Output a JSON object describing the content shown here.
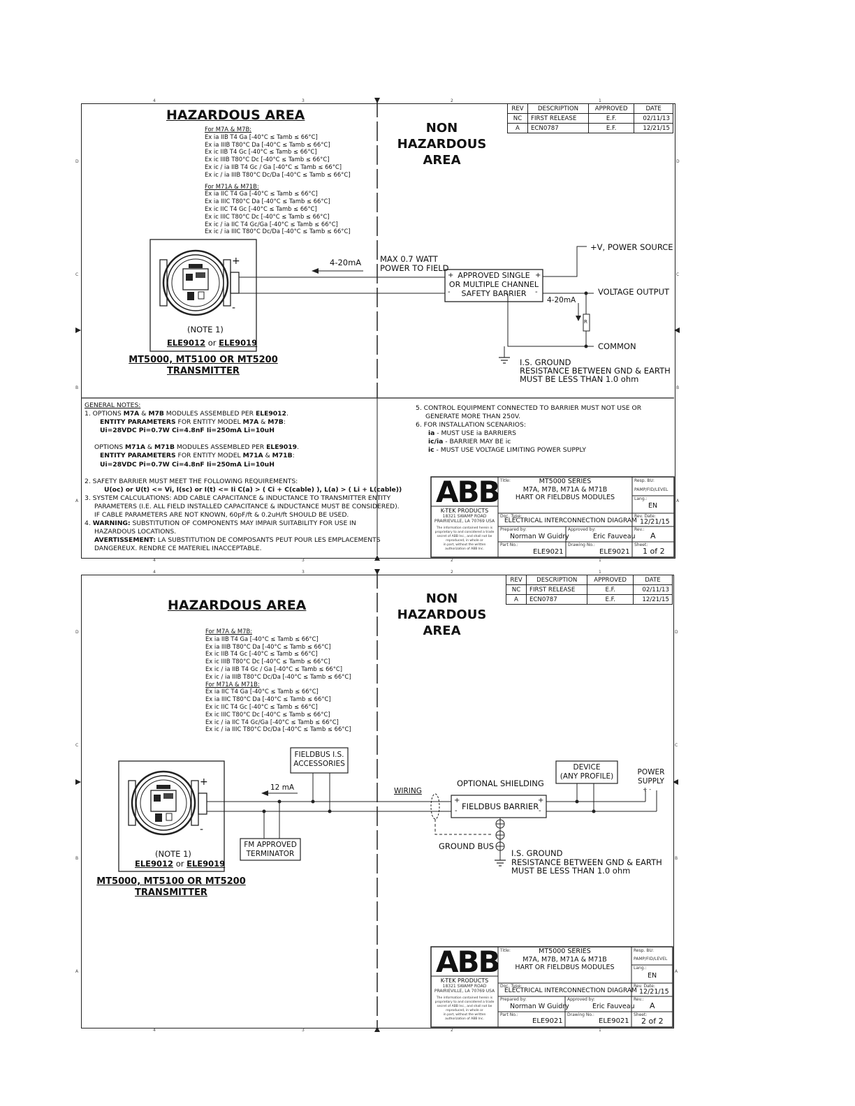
{
  "common": {
    "hazardous_area": "HAZARDOUS AREA",
    "non_hazardous_area": [
      "NON",
      "HAZARDOUS",
      "AREA"
    ],
    "for_m7": "For M7A & M7B:",
    "m7_list": [
      "Ex ia IIB T4 Ga [-40°C ≤ Tamb ≤ 66°C]",
      "Ex ia IIIB T80°C Da [-40°C ≤ Tamb ≤ 66°C]",
      "Ex ic IIB T4 Gc [-40°C ≤ Tamb ≤ 66°C]",
      "Ex ic IIIB T80°C Dc [-40°C ≤ Tamb ≤ 66°C]",
      "Ex ic / ia IIB T4 Gc / Ga [-40°C ≤ Tamb ≤ 66°C]",
      "Ex ic / ia IIIB T80°C Dc/Da [-40°C ≤ Tamb ≤ 66°C]"
    ],
    "for_m71": "For M71A & M71B:",
    "m71_list": [
      "Ex ia IIC T4 Ga [-40°C ≤ Tamb ≤ 66°C]",
      "Ex ia IIIC T80°C Da [-40°C ≤ Tamb ≤ 66°C]",
      "Ex ic IIC T4 Gc [-40°C ≤ Tamb ≤ 66°C]",
      "Ex ic IIIC T80°C Dc [-40°C ≤ Tamb ≤ 66°C]",
      "Ex ic / ia IIC T4 Gc/Ga [-40°C ≤ Tamb ≤ 66°C]",
      "Ex ic / ia IIIC T80°C Dc/Da [-40°C ≤ Tamb ≤ 66°C]"
    ],
    "note1": "(NOTE 1)",
    "ele_a": "ELE9012",
    "ele_or": "or",
    "ele_b": "ELE9019",
    "transmitter_line1": "MT5000, MT5100 OR MT5200",
    "transmitter_line2": "TRANSMITTER",
    "is_ground": [
      "I.S. GROUND",
      "RESISTANCE BETWEEN GND & EARTH",
      "MUST BE LESS THAN 1.0 ohm"
    ],
    "plus": "+",
    "minus": "-",
    "revision": {
      "headers": [
        "REV",
        "DESCRIPTION",
        "APPROVED",
        "DATE"
      ],
      "rows": [
        [
          "NC",
          "FIRST RELEASE",
          "E.F.",
          "02/11/13"
        ],
        [
          "A",
          "ECN0787",
          "E.F.",
          "12/21/15"
        ]
      ]
    },
    "title_block": {
      "logo": "ABB",
      "company": "K-TEK PRODUCTS",
      "addr1": "18321 SWAMP ROAD",
      "addr2": "PRAIRIEVILLE, LA 70769 USA",
      "confidential": [
        "The information contained herein is",
        "proprietary to and considered a trade",
        "secret of ABB Inc., and shall not be",
        "reproduced, in whole or",
        "in part, without the written",
        "authorization of ABB Inc."
      ],
      "title_label": "Title:",
      "title_lines": [
        "MT5000 SERIES",
        "M7A, M7B, M71A & M71B",
        "HART OR FIELDBUS MODULES"
      ],
      "resp_label": "Resp. BU:",
      "resp_value": "PAMP/FID/LEVEL",
      "lang_label": "Lang.:",
      "lang_value": "EN",
      "doctype_label": "Doc. Type:",
      "doctype_value": "ELECTRICAL INTERCONNECTION DIAGRAM",
      "revdate_label": "Rev. Date:",
      "revdate_value": "12/21/15",
      "prepared_label": "Prepared by:",
      "prepared_value": "Norman W Guidry",
      "approved_label": "Approved by:",
      "approved_value": "Eric Fauveau",
      "rev_label": "Rev.:",
      "rev_value": "A",
      "partno_label": "Part No.:",
      "partno_value": "ELE9021",
      "drawing_label": "Drawing No.:",
      "drawing_value": "ELE9021",
      "sheet_label": "Sheet:"
    }
  },
  "sheet1": {
    "current": "4-20mA",
    "max_power": [
      "MAX 0.7  WATT",
      "POWER TO FIELD"
    ],
    "barrier": [
      "APPROVED SINGLE",
      "OR MULTIPLE CHANNEL",
      "SAFETY BARRIER"
    ],
    "power_source": "+V, POWER SOURCE",
    "voltage_output": "VOLTAGE OUTPUT",
    "current2": "4-20mA",
    "resistor": "R",
    "common": "COMMON",
    "sheet_value": "1 of 2",
    "notes_left": {
      "header": "GENERAL NOTES:",
      "n1a_pre": "1.  OPTIONS ",
      "n1a_m7a": "M7A",
      "n1a_amp": " & ",
      "n1a_m7b": "M7B",
      "n1a_mid": " MODULES ASSEMBLED PER ",
      "n1a_ele": "ELE9012",
      "n1a_end": ".",
      "n1b_lab": "ENTITY PARAMETERS",
      "n1b_mid": " FOR ENTITY MODEL ",
      "n1b_m7a": "M7A",
      "n1b_amp": " & ",
      "n1b_m7b": "M7B",
      "n1b_end": ":",
      "n1c": "Ui=28VDC   Pi=0.7W   Ci=4.8nF   Ii=250mA   Li=10uH",
      "n1d_pre": "OPTIONS ",
      "n1d_m71a": "M71A",
      "n1d_amp": " & ",
      "n1d_m71b": "M71B",
      "n1d_mid": " MODULES ASSEMBLED PER ",
      "n1d_ele": "ELE9019",
      "n1d_end": ".",
      "n1e_lab": "ENTITY PARAMETERS",
      "n1e_mid": " FOR ENTITY MODEL ",
      "n1e_m71a": "M71A",
      "n1e_amp": " & ",
      "n1e_m71b": "M71B",
      "n1e_end": ":",
      "n1f": "Ui=28VDC   Pi=0.7W   Ci=4.8nF   Ii=250mA   Li=10uH",
      "n2": "2.  SAFETY BARRIER MUST MEET THE FOLLOWING REQUIREMENTS:",
      "n2b": "U(oc) or U(t) <= Vi,   I(sc) or I(t) <= Ii    C(a) > ( Ci + C(cable) ),    L(a) > ( Li + L(cable))",
      "n3a": "3.  SYSTEM CALCULATIONS: ADD CABLE CAPACITANCE & INDUCTANCE TO TRANSMITTER ENTITY",
      "n3b": "PARAMETERS (I.E. ALL FIELD INSTALLED CAPACITANCE & INDUCTANCE MUST BE CONSIDERED).",
      "n3c": "IF CABLE PARAMETERS ARE NOT KNOWN, 60pF/ft & 0.2uH/ft SHOULD BE USED.",
      "n4_pre": "4.  ",
      "n4_warn": "WARNING:",
      "n4a": " SUBSTITUTION OF COMPONENTS MAY IMPAIR SUITABILITY FOR USE IN",
      "n4b": "HAZARDOUS LOCATIONS.",
      "n4_av": "AVERTISSEMENT:",
      "n4c": " LA SUBSTITUTION DE COMPOSANTS PEUT POUR LES EMPLACEMENTS",
      "n4d": "DANGEREUX. RENDRE CE MATERIEL INACCEPTABLE."
    },
    "notes_right": {
      "n5a": "5.  CONTROL EQUIPMENT CONNECTED TO BARRIER MUST NOT USE OR",
      "n5b": "GENERATE MORE THAN 250V.",
      "n6": "6.  FOR INSTALLATION SCENARIOS:",
      "n6a_k": "ia",
      "n6a_v": " - MUST USE ia BARRIERS",
      "n6b_k": "ic/ia",
      "n6b_v": " - BARRIER MAY BE ic",
      "n6c_k": "ic",
      "n6c_v": " - MUST USE VOLTAGE LIMITING POWER SUPPLY"
    }
  },
  "sheet2": {
    "fieldbus_acc": [
      "FIELDBUS I.S.",
      "ACCESSORIES"
    ],
    "current": "12 mA",
    "wiring": "WIRING",
    "optional_shielding": "OPTIONAL SHIELDING",
    "device": [
      "DEVICE",
      "(ANY PROFILE)"
    ],
    "power_supply": [
      "POWER",
      "SUPPLY"
    ],
    "ps_pol": "+  -",
    "fieldbus_barrier": "FIELDBUS BARRIER",
    "fm_terminator": [
      "FM APPROVED",
      "TERMINATOR"
    ],
    "ground_bus": "GROUND BUS",
    "sheet_value": "2 of 2"
  }
}
